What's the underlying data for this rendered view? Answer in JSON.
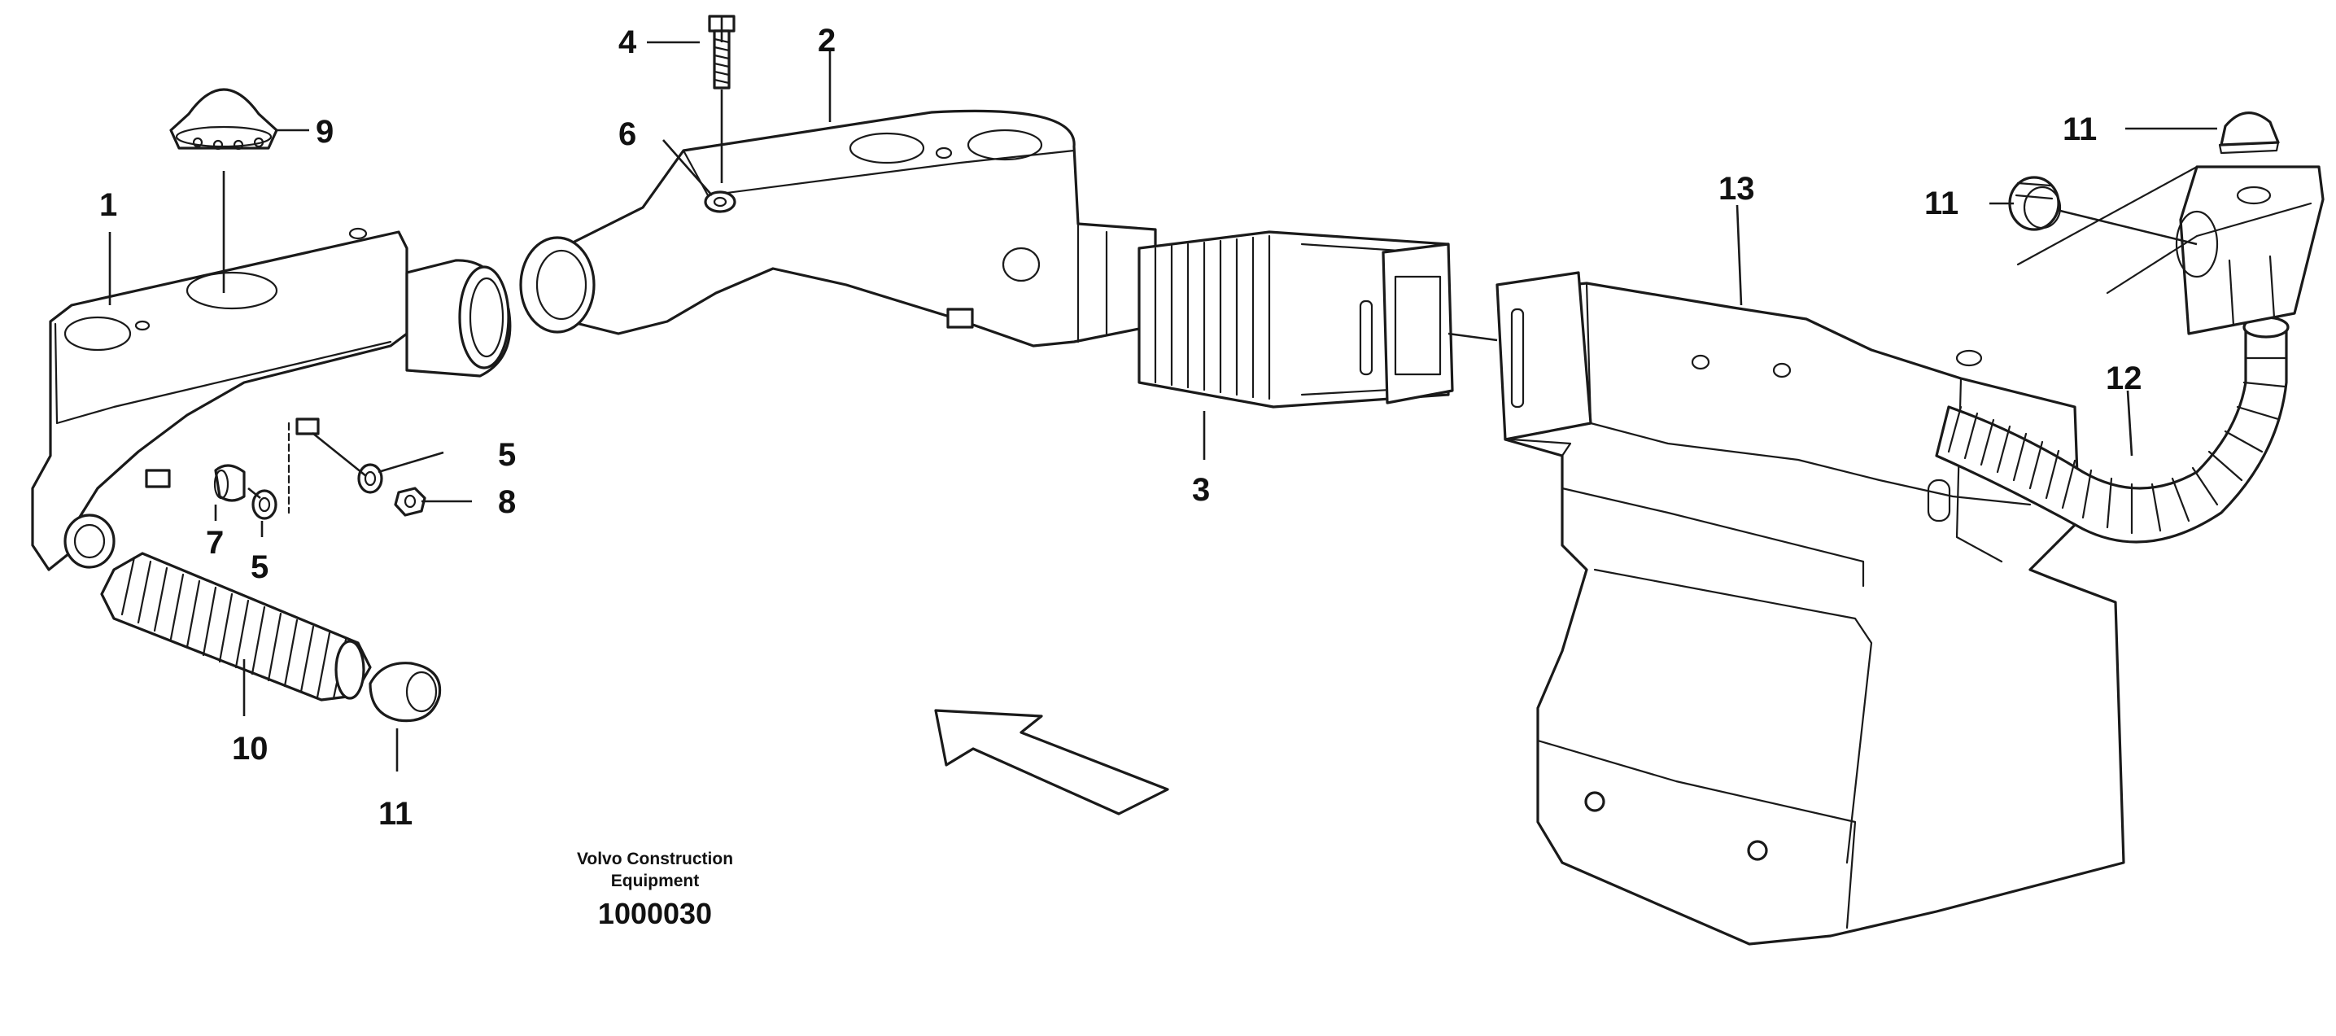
{
  "callouts": {
    "c1": "1",
    "c2": "2",
    "c3": "3",
    "c4": "4",
    "c5a": "5",
    "c5b": "5",
    "c6": "6",
    "c7": "7",
    "c8": "8",
    "c9": "9",
    "c10": "10",
    "c11a": "11",
    "c11b": "11",
    "c11c": "11",
    "c12": "12",
    "c13": "13"
  },
  "caption": {
    "line1": "Volvo Construction",
    "line2": "Equipment",
    "number": "1000030"
  }
}
